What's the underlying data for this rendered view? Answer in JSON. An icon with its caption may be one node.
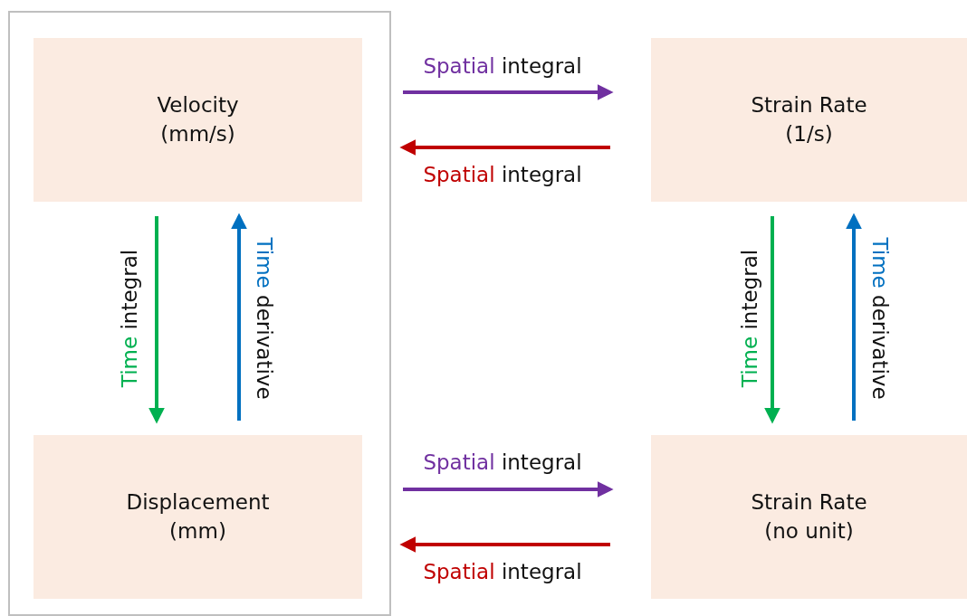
{
  "diagram": {
    "nodes": [
      {
        "text": [],
        "shape": "box"
      },
      {
        "text": [
          "Velocity",
          "(mm/s)"
        ],
        "in": 0
      },
      {
        "text": [
          "Strain Rate",
          "(1/s)"
        ]
      },
      {
        "text": [
          "Displacement",
          "(mm)"
        ],
        "in": 0
      },
      {
        "text": [
          "Strain Rate",
          "(no unit)"
        ]
      }
    ],
    "edges": [
      {
        "from": 1,
        "to": 2,
        "arrow": "to",
        "label": "Spatial integral",
        "color": "#7030a0"
      },
      {
        "from": 2,
        "to": 1,
        "arrow": "to",
        "label": "Spatial integral",
        "color": "#c00000"
      },
      {
        "from": 1,
        "to": 3,
        "arrow": "to",
        "label": "Time integral",
        "color": "#00b050"
      },
      {
        "from": 3,
        "to": 1,
        "arrow": "to",
        "label": "Time derivative",
        "color": "#0070c0"
      },
      {
        "from": 2,
        "to": 4,
        "arrow": "to",
        "label": "Time integral",
        "color": "#00b050"
      },
      {
        "from": 4,
        "to": 2,
        "arrow": "to",
        "label": "Time derivative",
        "color": "#0070c0"
      },
      {
        "from": 3,
        "to": 4,
        "arrow": "to",
        "label": "Spatial integral",
        "color": "#7030a0"
      },
      {
        "from": 4,
        "to": 3,
        "arrow": "to",
        "label": "Spatial integral",
        "color": "#c00000"
      }
    ]
  }
}
